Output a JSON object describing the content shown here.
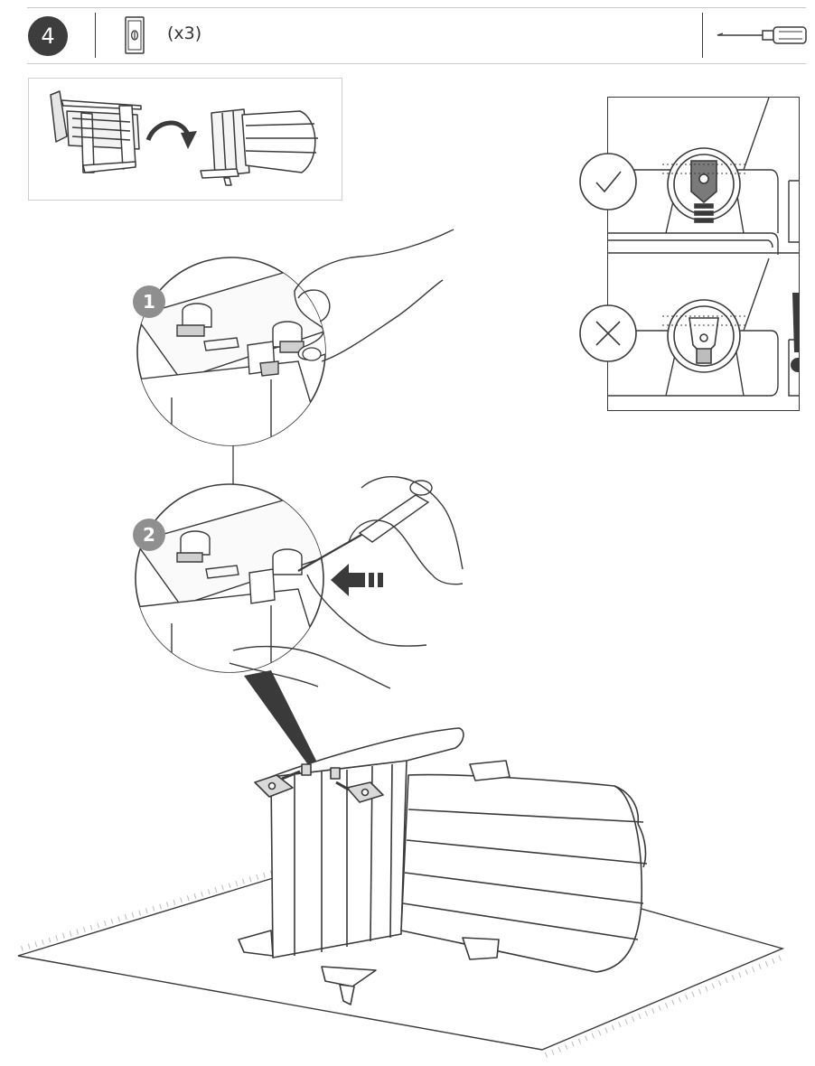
{
  "header": {
    "step_number": "4",
    "quantity": "(x3)",
    "part_icon": "cam-lock-fitting-icon",
    "tool_icon": "screwdriver-icon"
  },
  "detail_badges": [
    {
      "label": "1"
    },
    {
      "label": "2"
    }
  ],
  "checks": {
    "correct_icon": "checkmark-icon",
    "wrong_icon": "x-mark-icon",
    "warning_icon": "exclamation-icon"
  },
  "colors": {
    "line": "#3a3a3a",
    "badge": "#8f8f8f",
    "step_circle": "#3d3d3d",
    "shade": "#d9d9d9"
  }
}
